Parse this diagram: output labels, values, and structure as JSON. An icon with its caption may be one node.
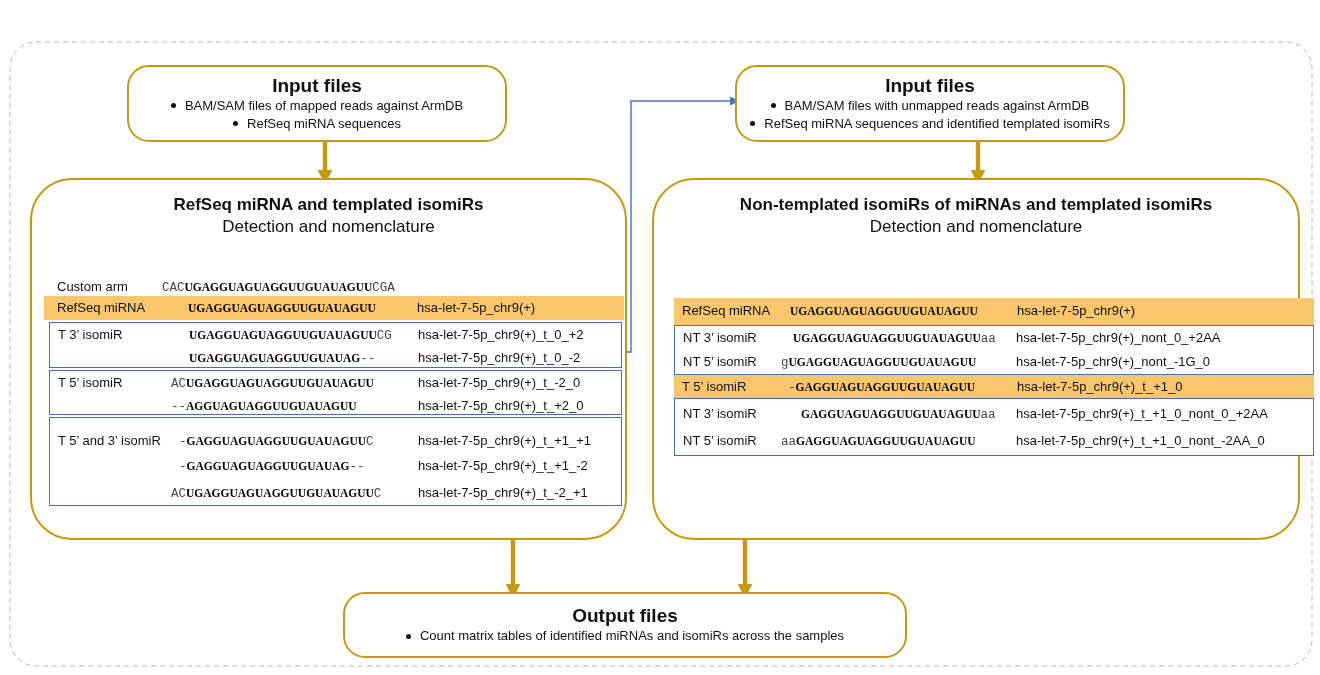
{
  "diagram": {
    "nodes": [
      {
        "text": [
          "Input files",
          "BAM/SAM files of mapped reads against ArmDB",
          "RefSeq miRNA sequences"
        ]
      },
      {
        "text": [
          "RefSeq miRNA and templated isomiRs",
          "Detection and nomenclature",
          "Custom arm",
          "CAC**UGAGGUAGUAGGUUGUAUAGUU**CGA"
        ]
      },
      {
        "text": [
          "RefSeq miRNA",
          "UGAGGUAGUAGGUUGUAUAGUU",
          "hsa-let-7-5p_chr9(+)"
        ],
        "in": 1
      },
      {
        "text": [
          "T 3’ isomiR",
          "**UGAGGUAGUAGGUUGUAUAGUU**CG",
          "hsa-let-7-5p_chr9(+)_t_0_+2",
          "**UGAGGUAGUAGGUUGUAUAG**--",
          "hsa-let-7-5p_chr9(+)_t_0_-2"
        ],
        "in": 1
      },
      {
        "text": [
          "T 5’ isomiR",
          "AC**UGAGGUAGUAGGUUGUAUAGUU**",
          "hsa-let-7-5p_chr9(+)_t_-2_0",
          "--**AGGUAGUAGGUUGUAUAGUU**",
          "hsa-let-7-5p_chr9(+)_t_+2_0"
        ],
        "in": 1
      },
      {
        "text": [
          "T 5’ and 3’ isomiR",
          "-**GAGGUAGUAGGUUGUAUAGUU**C",
          "hsa-let-7-5p_chr9(+)_t_+1_+1",
          "-**GAGGUAGUAGGUUGUAUAG**--",
          "hsa-let-7-5p_chr9(+)_t_+1_-2",
          "AC**UGAGGUAGUAGGUUGUAUAGUU**C",
          "hsa-let-7-5p_chr9(+)_t_-2_+1"
        ],
        "in": 1
      },
      {
        "text": [
          "Input files",
          "BAM/SAM files with unmapped reads against ArmDB",
          "RefSeq miRNA sequences and identified templated isomiRs"
        ]
      },
      {
        "text": [
          "Non-templated isomiRs of miRNAs and templated isomiRs",
          "Detection and nomenclature"
        ]
      },
      {
        "text": [
          "RefSeq miRNA",
          "UGAGGUAGUAGGUUGUAUAGUU",
          "hsa-let-7-5p_chr9(+)"
        ],
        "in": 7
      },
      {
        "text": [
          "NT 3’ isomiR",
          "**UGAGGUAGUAGGUUGUAUAGUU**aa",
          "hsa-let-7-5p_chr9(+)_nont_0_+2AA",
          "NT 5’ isomiR",
          "g**UGAGGUAGUAGGUUGUAUAGUU**",
          "hsa-let-7-5p_chr9(+)_nont_-1G_0"
        ],
        "in": 7
      },
      {
        "text": [
          "T 5’ isomiR",
          "-**GAGGUAGUAGGUUGUAUAGUU**",
          "hsa-let-7-5p_chr9(+)_t_+1_0"
        ],
        "in": 7
      },
      {
        "text": [
          "NT 3’ isomiR",
          "**GAGGUAGUAGGUUGUAUAGUU**aa",
          "hsa-let-7-5p_chr9(+)_t_+1_0_nont_0_+2AA",
          "NT 5’ isomiR",
          "aa**GAGGUAGUAGGUUGUAUAGUU**",
          "hsa-let-7-5p_chr9(+)_t_+1_0_nont_-2AA_0"
        ],
        "in": 7
      },
      {
        "text": [
          "Output files",
          "Count matrix tables of identified miRNAs and isomiRs across the samples"
        ]
      }
    ],
    "edges": [
      {
        "from": 0,
        "to": 1,
        "arrow": "to"
      },
      {
        "from": 6,
        "to": 7,
        "arrow": "to"
      },
      {
        "from": 1,
        "to": 12,
        "arrow": "to"
      },
      {
        "from": 7,
        "to": 12,
        "arrow": "to"
      },
      {
        "from": 1,
        "to": 6,
        "arrow": "to",
        "color": "#4472c4"
      }
    ]
  }
}
